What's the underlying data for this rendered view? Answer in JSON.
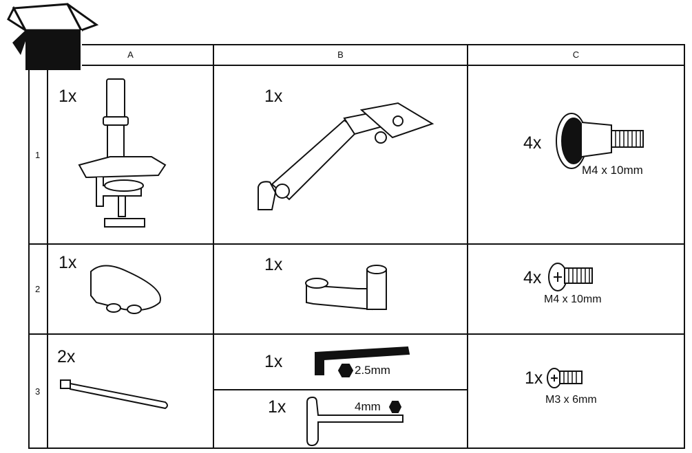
{
  "columns": [
    "A",
    "B",
    "C"
  ],
  "rows": [
    "1",
    "2",
    "3"
  ],
  "cells": {
    "A1": {
      "qty": "1x"
    },
    "B1": {
      "qty": "1x"
    },
    "C1": {
      "qty": "4x",
      "spec": "M4 x 10mm"
    },
    "A2": {
      "qty": "1x"
    },
    "B2": {
      "qty": "1x"
    },
    "C2": {
      "qty": "4x",
      "spec": "M4 x 10mm"
    },
    "A3": {
      "qty": "2x"
    },
    "B3a": {
      "qty": "1x",
      "spec": "2.5mm"
    },
    "B3b": {
      "qty": "1x",
      "spec": "4mm"
    },
    "C3": {
      "qty": "1x",
      "spec": "M3 x 6mm"
    }
  }
}
